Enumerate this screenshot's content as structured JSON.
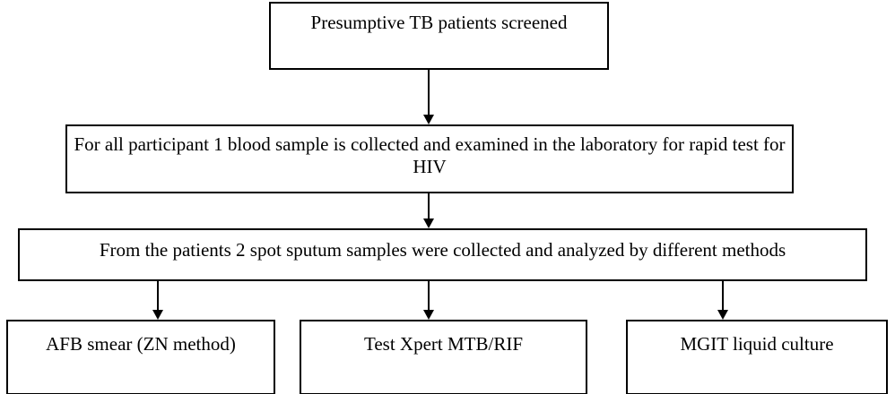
{
  "diagram": {
    "type": "flowchart",
    "orientation": "top-down",
    "background_color": "#ffffff",
    "stroke_color": "#000000",
    "text_color": "#000000",
    "nodes": [
      {
        "id": "screened",
        "label": "Presumptive TB patients screened",
        "shape": "rectangle"
      },
      {
        "id": "blood_hiv",
        "label": "For all participant 1 blood sample is collected and examined in the laboratory for rapid test for HIV",
        "shape": "rectangle"
      },
      {
        "id": "sputum",
        "label": "From the patients 2 spot sputum samples were collected and analyzed by different methods",
        "shape": "rectangle"
      },
      {
        "id": "afb_smear",
        "label": "AFB smear (ZN method)",
        "shape": "rectangle"
      },
      {
        "id": "xpert",
        "label": "Test Xpert MTB/RIF",
        "shape": "rectangle"
      },
      {
        "id": "mgit",
        "label": "MGIT liquid culture",
        "shape": "rectangle"
      }
    ],
    "edges": [
      {
        "id": "screened_to_blood",
        "from": "screened",
        "to": "blood_hiv",
        "arrow": "down-arrow"
      },
      {
        "id": "blood_to_sputum",
        "from": "blood_hiv",
        "to": "sputum",
        "arrow": "down-arrow"
      },
      {
        "id": "sputum_to_afb",
        "from": "sputum",
        "to": "afb_smear",
        "arrow": "down-arrow"
      },
      {
        "id": "sputum_to_xpert",
        "from": "sputum",
        "to": "xpert",
        "arrow": "down-arrow"
      },
      {
        "id": "sputum_to_mgit",
        "from": "sputum",
        "to": "mgit",
        "arrow": "down-arrow"
      }
    ]
  }
}
